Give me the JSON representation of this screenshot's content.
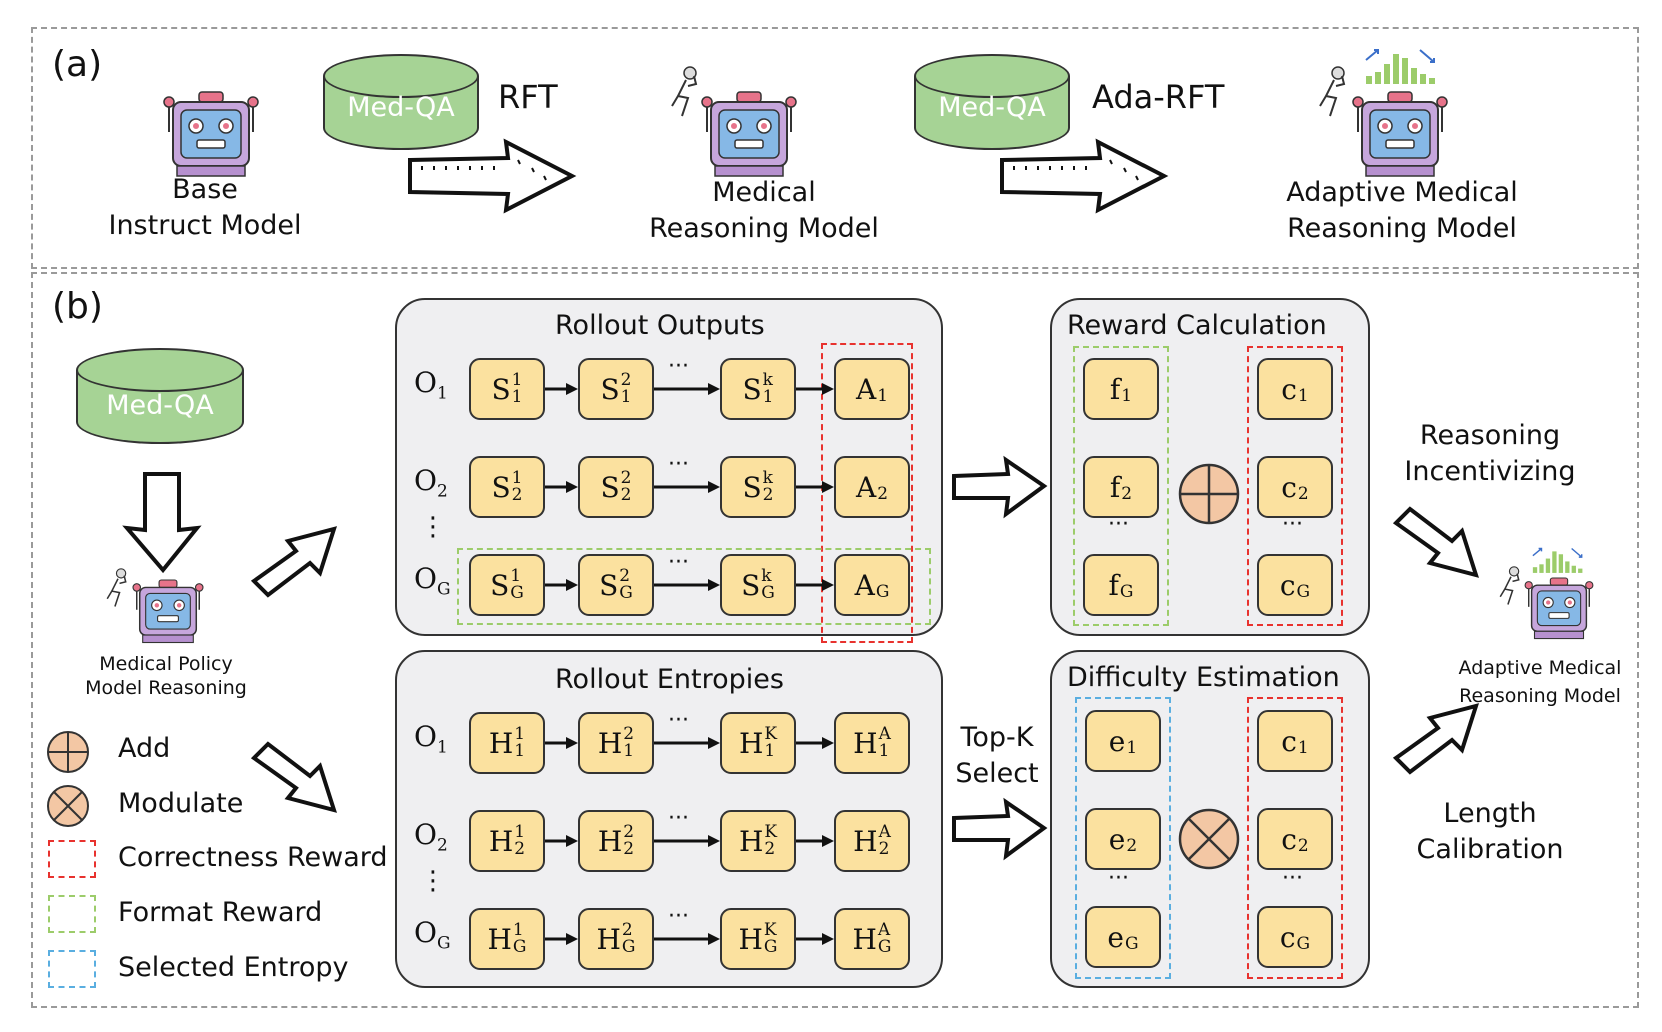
{
  "panel_a": {
    "label": "(a)",
    "base_model": "Base\nInstruct Model",
    "db1": "Med-QA",
    "arrow1": "RFT",
    "reasoning_model": "Medical\nReasoning Model",
    "db2": "Med-QA",
    "arrow2": "Ada-RFT",
    "adaptive_model": "Adaptive Medical\nReasoning Model"
  },
  "panel_b": {
    "label": "(b)",
    "db": "Med-QA",
    "policy_model": "Medical Policy\nModel Reasoning",
    "rollout_outputs_title": "Rollout Outputs",
    "rollout_entropies_title": "Rollout Entropies",
    "reward_title": "Reward Calculation",
    "difficulty_title": "Difficulty Estimation",
    "topk_label": "Top-K\nSelect",
    "reasoning_incentivizing": "Reasoning\nIncentivizing",
    "length_calibration": "Length\nCalibration",
    "adaptive_model": "Adaptive Medical\nReasoning Model",
    "row_labels": [
      "O",
      "O",
      "O"
    ],
    "row_subs": [
      "1",
      "2",
      "G"
    ],
    "ellipsis_h": "···",
    "ellipsis_v": "⋮",
    "outputs_rows": [
      {
        "s": [
          "S",
          "S",
          "S"
        ],
        "sup": [
          "1",
          "2",
          "k"
        ],
        "sub": "1",
        "a": "A"
      },
      {
        "s": [
          "S",
          "S",
          "S"
        ],
        "sup": [
          "1",
          "2",
          "k"
        ],
        "sub": "2",
        "a": "A"
      },
      {
        "s": [
          "S",
          "S",
          "S"
        ],
        "sup": [
          "1",
          "2",
          "k"
        ],
        "sub": "G",
        "a": "A"
      }
    ],
    "entropy_rows": [
      {
        "h": "H",
        "sup": [
          "1",
          "2",
          "K",
          "A"
        ],
        "sub": "1"
      },
      {
        "h": "H",
        "sup": [
          "1",
          "2",
          "K",
          "A"
        ],
        "sub": "2"
      },
      {
        "h": "H",
        "sup": [
          "1",
          "2",
          "K",
          "A"
        ],
        "sub": "G"
      }
    ],
    "reward_f": [
      "f",
      "f",
      "f"
    ],
    "reward_c": [
      "c",
      "c",
      "c"
    ],
    "diff_e": [
      "e",
      "e",
      "e"
    ],
    "diff_c": [
      "c",
      "c",
      "c"
    ],
    "subs": [
      "1",
      "2",
      "G"
    ]
  },
  "legend": {
    "add": "Add",
    "modulate": "Modulate",
    "correctness": "Correctness Reward",
    "format": "Format Reward",
    "entropy": "Selected Entropy"
  },
  "colors": {
    "node_fill": "#fbe19f",
    "box_fill": "#efeff1",
    "db_fill": "#a6d395",
    "op_fill": "#f3c7a4",
    "red": "#e8322e",
    "green": "#9ccc6a",
    "blue": "#5aaee0",
    "robot_face": "#86b8e6",
    "robot_head": "#c6a6dc"
  }
}
